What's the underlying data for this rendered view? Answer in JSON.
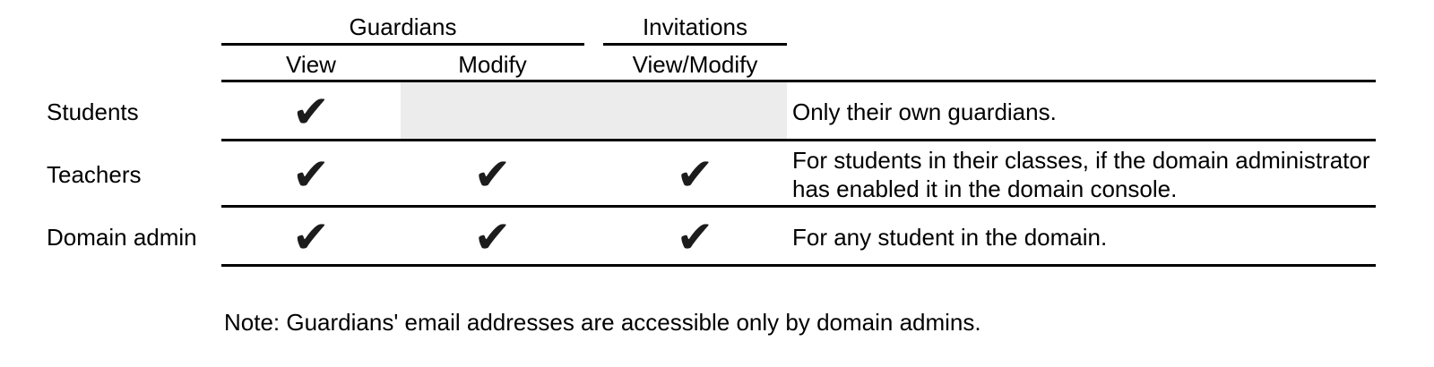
{
  "colors": {
    "background": "#ffffff",
    "text": "#000000",
    "rule_line": "#000000",
    "checkmark": "#1c1c1c",
    "disabled_cell": "#ececec"
  },
  "table": {
    "groups": [
      {
        "label": "Guardians"
      },
      {
        "label": "Invitations"
      }
    ],
    "subheaders": {
      "view": "View",
      "modify": "Modify",
      "view_modify": "View/Modify"
    },
    "check_glyph": "✔",
    "rows": [
      {
        "label": "Students",
        "guardians_view": "✔",
        "guardians_modify": "",
        "invitations_view_modify": "",
        "note": "Only their own guardians."
      },
      {
        "label": "Teachers",
        "guardians_view": "✔",
        "guardians_modify": "✔",
        "invitations_view_modify": "✔",
        "note": "For students in their classes, if the domain administrator has enabled it in the domain console."
      },
      {
        "label": "Domain admin",
        "guardians_view": "✔",
        "guardians_modify": "✔",
        "invitations_view_modify": "✔",
        "note": "For any student in the domain."
      }
    ]
  },
  "footnote": "Note: Guardians' email addresses are accessible only by domain admins."
}
